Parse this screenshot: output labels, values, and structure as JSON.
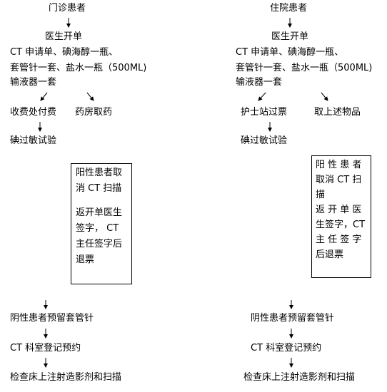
{
  "left": {
    "start": "门诊患者",
    "doctor": "医生开单",
    "items_line1": "CT 申请单、碘海醇一瓶、",
    "items_line2": "套管针一套、盐水一瓶（500ML)",
    "items_line3": "输液器一套",
    "branch_a": "收费处付费",
    "branch_b": "药房取药",
    "allergy_test": "碘过敏试验",
    "positive_box": {
      "line1": "阳性患者取",
      "line2": "消 CT 扫描",
      "line3": "返开单医生",
      "line4": "签字， CT",
      "line5": "主任签字后",
      "line6": "退票"
    },
    "negative": "阴性患者预留套管针",
    "ct_register": "CT 科室登记预约",
    "scan": "检查床上注射造影剂和扫描"
  },
  "right": {
    "start": "住院患者",
    "doctor": "医生开单",
    "items_line1": "CT 申请单、碘海醇一瓶、",
    "items_line2": "套管针一套、盐水一瓶（500ML)",
    "items_line3": "输液器一套",
    "branch_a": "护士站过票",
    "branch_b": "取上述物品",
    "allergy_test": "碘过敏试验",
    "positive_box": {
      "line1": "阳 性 患 者",
      "line2": "取消 CT 扫",
      "line3": "描",
      "line4": "返 开 单 医",
      "line5": "生签字，CT",
      "line6": "主 任 签 字",
      "line7": "后退票"
    },
    "negative": "阴性患者预留套管针",
    "ct_register": "CT 科室登记预约",
    "scan": "检查床上注射造影剂和扫描"
  }
}
